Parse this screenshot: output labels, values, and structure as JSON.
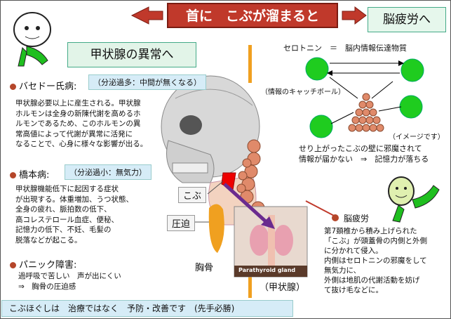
{
  "title": "首に　こぶが溜まると",
  "brain_fatigue_label": "脳疲労へ",
  "thyroid_label": "甲状腺の異常へ",
  "basedow": {
    "name": "バセドー氏病:",
    "note": "（分泌過多：中間が無くなる）",
    "text": "甲状腺必要以上に産生される。甲状腺\nホルモンは全身の新陳代謝を高めるホ\nルモンであるため、このホルモンの異\n常高値によって代謝が異常に活発に\nなることで、心身に様々な影響が出る。"
  },
  "hashimoto": {
    "name": "橋本病:",
    "note": "（分泌過小：無気力）",
    "text": "甲状腺機能低下に起因する症状\nが出現する。体重増加、うつ状態、\n全身の疲れ、脈拍数の低下、\n高コレステロール血症、便秘、\n記憶力の低下、不妊、毛髪の\n脱落などが起こる。"
  },
  "panic": {
    "name": "パニック障害:",
    "text": "過呼吸で苦しい　声が出にくい\n⇒　胸骨の圧迫感"
  },
  "bottom_note": "こぶほぐしは　治療ではなく　予防・改善です　(先手必勝)",
  "labels": {
    "kobu": "こぶ",
    "appaku": "圧迫",
    "kyokotsu": "胸骨",
    "parathyroid": "Parathyroid gland",
    "koujousen": "（甲状腺）"
  },
  "serotonin": {
    "title": "セロトニン　＝　脳内情報伝達物質",
    "catch": "（情報のキャッチボール）",
    "image_note": "（イメージです）",
    "caption": "せり上がったこぶの壁に邪魔されて\n情報が届かない　⇒　記憶力が落ちる"
  },
  "brain_fatigue": {
    "name": "脳疲労",
    "text": "第7頚椎から積み上げられた\n「こぶ」が頭蓋骨の内側と外側\nに分かれて侵入。\n内側はセロトニンの邪魔をして\n無気力に、\n外側は地肌の代謝活動を妨げ\nて抜け毛などに。"
  },
  "colors": {
    "title_bg": "#c0392b",
    "arrow": "#c0392b",
    "green_ball": "#1fcc1f",
    "kobu_ball": "#e08a6a",
    "purple_arrow": "#6a2b8f",
    "orange_bar": "#f0a020"
  }
}
